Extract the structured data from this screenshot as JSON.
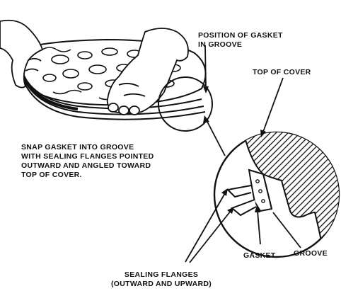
{
  "labels": {
    "position_line1": "POSITION OF GASKET",
    "position_line2": "IN GROOVE",
    "top_of_cover": "TOP OF COVER",
    "instruction_line1": "SNAP GASKET INTO GROOVE",
    "instruction_line2": "WITH SEALING FLANGES POINTED",
    "instruction_line3": "OUTWARD AND ANGLED TOWARD",
    "instruction_line4": "TOP OF COVER.",
    "gasket": "GASKET",
    "groove": "GROOVE",
    "flanges_line1": "SEALING FLANGES",
    "flanges_line2": "(OUTWARD AND UPWARD)"
  }
}
